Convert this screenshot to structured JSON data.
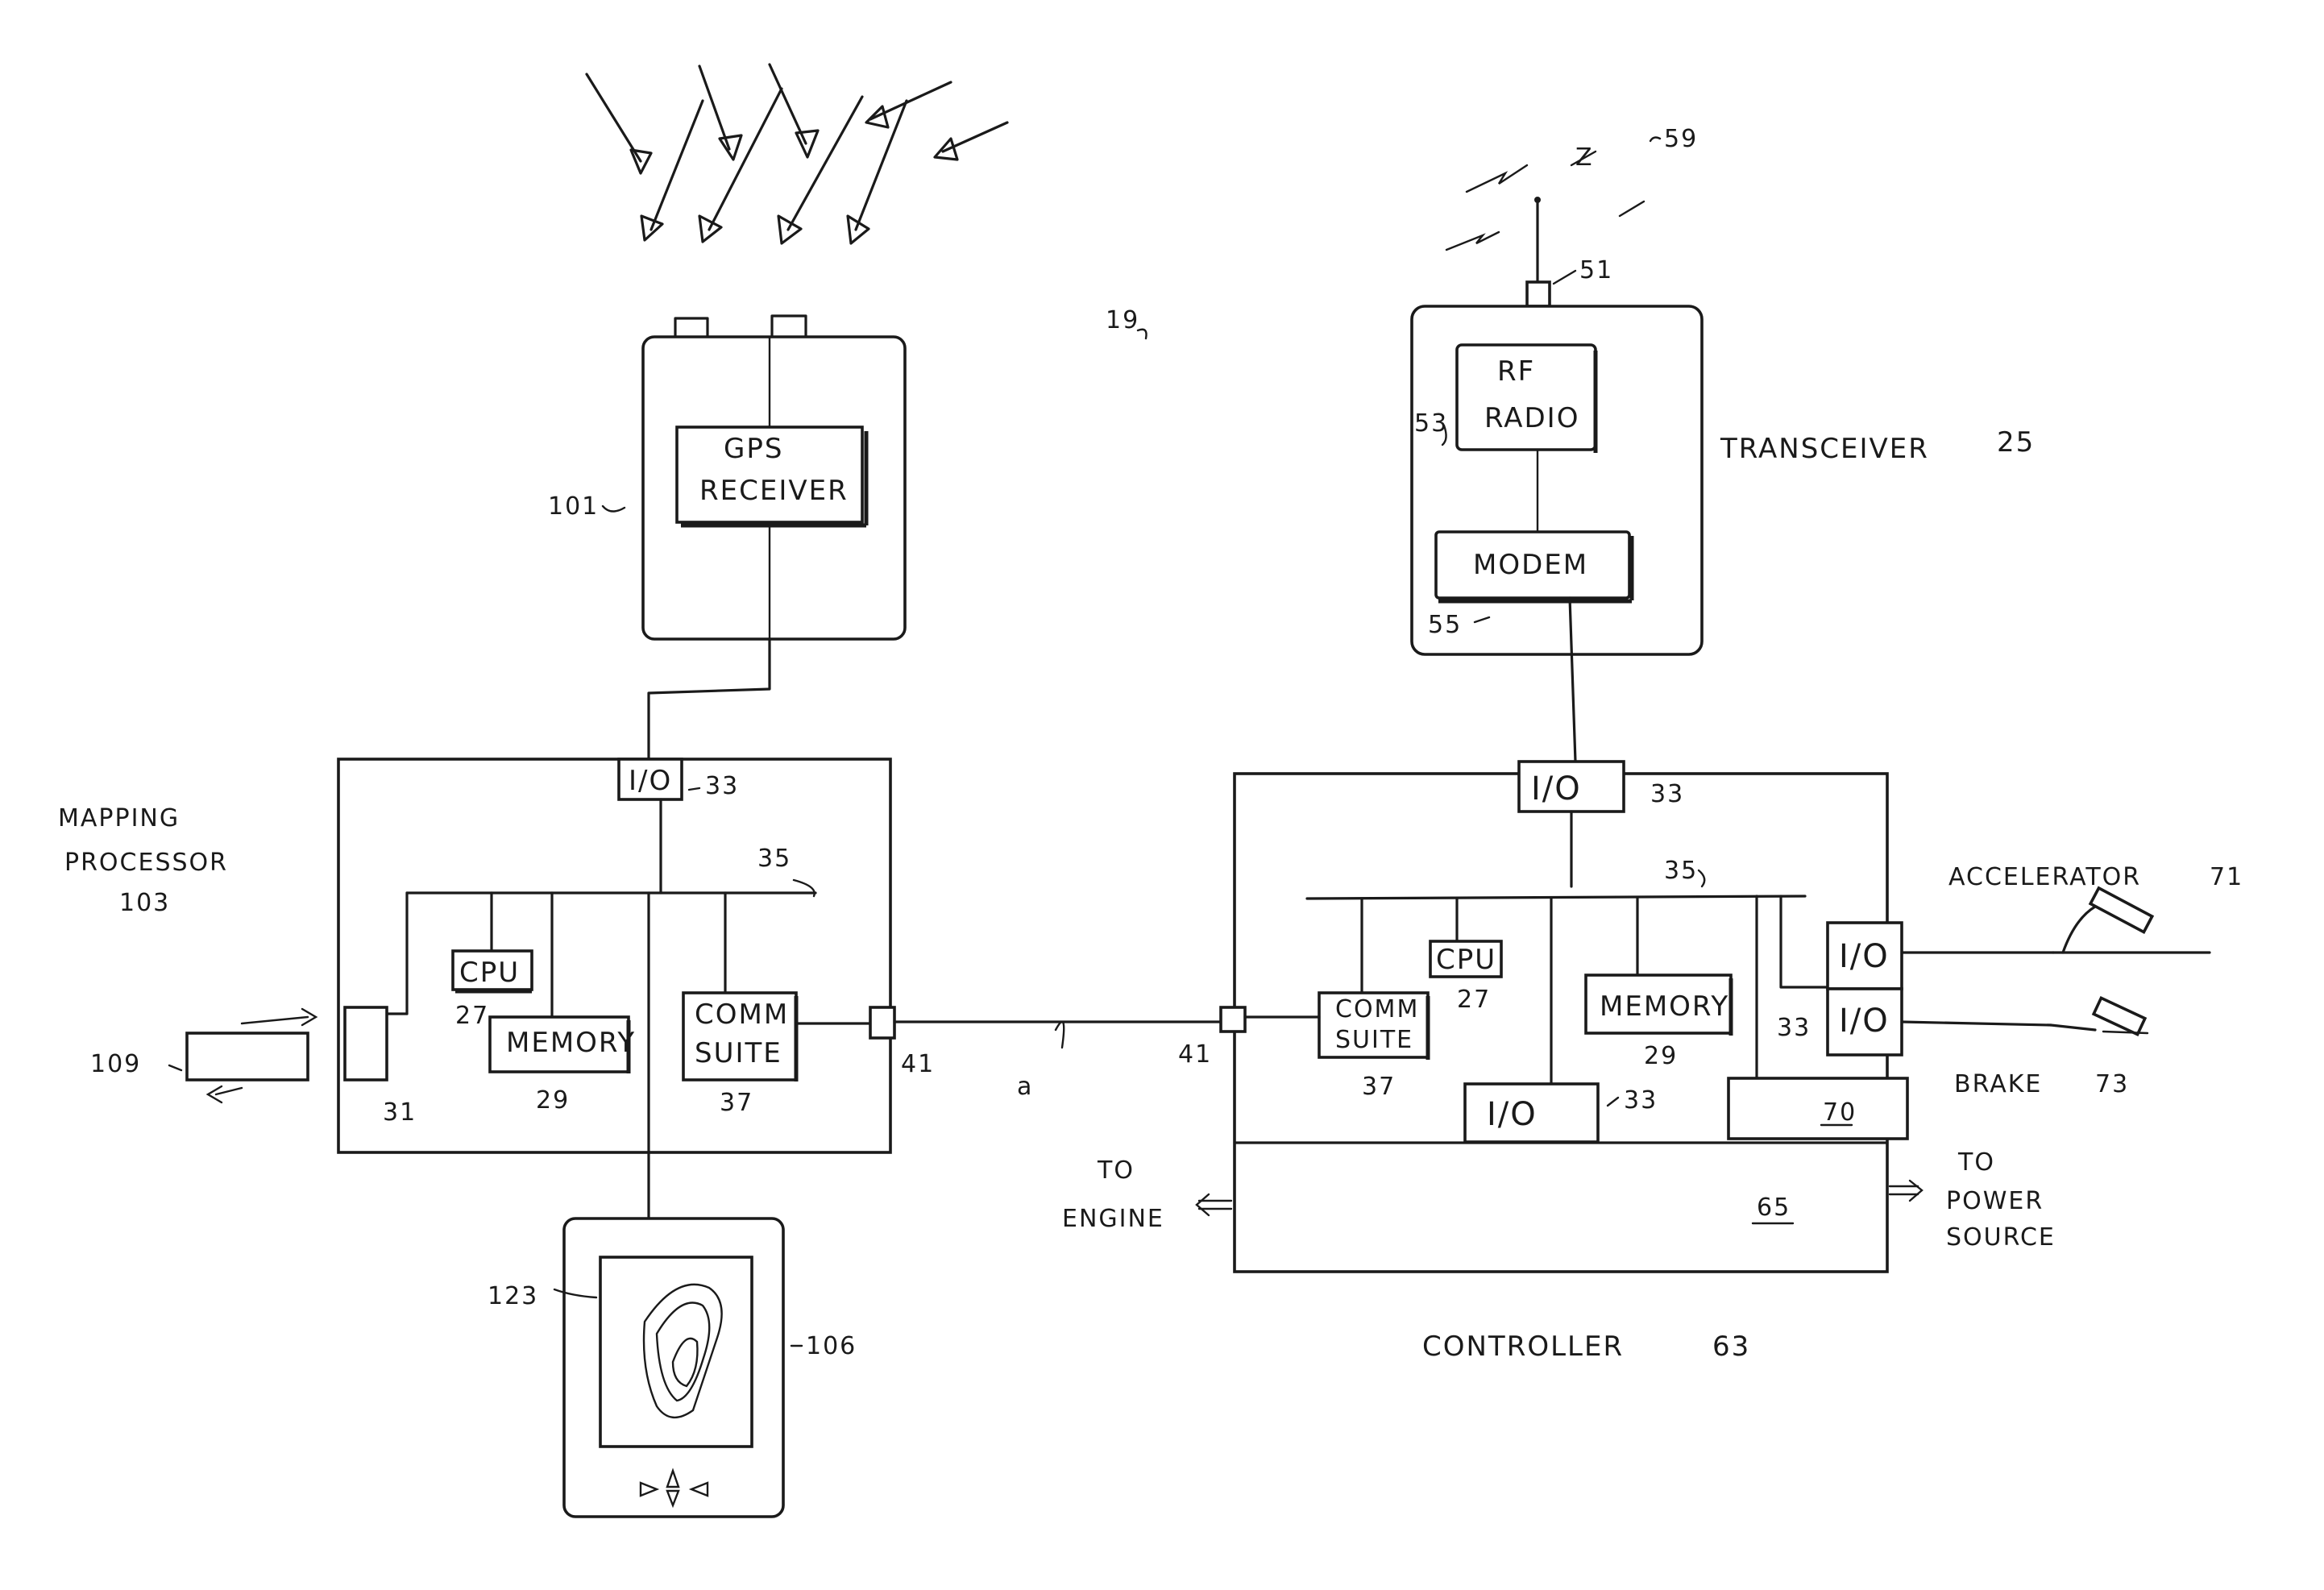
{
  "figure": {
    "colors": {
      "ink": "#1a1a1a",
      "paper": "#ffffff"
    },
    "satellites_ref": "",
    "gps_unit": {
      "box_label_line1": "GPS",
      "box_label_line2": "RECEIVER",
      "ref": "101"
    },
    "top_ref": "19",
    "transceiver": {
      "title": "TRANSCEIVER",
      "title_ref": "25",
      "antenna_ref": "51",
      "signal_ref": "59",
      "rf_line1": "RF",
      "rf_line2": "RADIO",
      "rf_ref": "53",
      "modem_label": "MODEM",
      "modem_ref": "55"
    },
    "mapping_processor": {
      "title_line1": "MAPPING",
      "title_line2": "PROCESSOR",
      "title_ref": "103",
      "io_label": "I/O",
      "io_ref": "33",
      "bus_ref": "35",
      "cpu_label": "CPU",
      "cpu_ref": "27",
      "memory_label": "MEMORY",
      "memory_ref": "29",
      "comm_line1": "COMM",
      "comm_line2": "SUITE",
      "comm_ref": "37",
      "port_left_ref": "31",
      "port_right_ref": "41",
      "external_ref": "109"
    },
    "link_ref": "a",
    "display": {
      "screen_ref": "123",
      "device_ref": "106"
    },
    "controller": {
      "title": "CONTROLLER",
      "title_ref": "63",
      "io_top_label": "I/O",
      "io_top_ref": "33",
      "bus_ref": "35",
      "cpu_label": "CPU",
      "cpu_ref": "27",
      "comm_line1": "COMM",
      "comm_line2": "SUITE",
      "comm_ref": "37",
      "memory_label": "MEMORY",
      "memory_ref": "29",
      "port_ref": "41",
      "io_right1_label": "I/O",
      "io_right2_label": "I/O",
      "io_right_ref": "33",
      "io_bottom_label": "I/O",
      "io_bottom_ref": "33",
      "box70_ref": "70",
      "power_ref": "65",
      "to_engine_line1": "TO",
      "to_engine_line2": "ENGINE",
      "to_power_line1": "TO",
      "to_power_line2": "POWER",
      "to_power_line3": "SOURCE"
    },
    "accelerator": {
      "label": "ACCELERATOR",
      "ref": "71"
    },
    "brake": {
      "label": "BRAKE",
      "ref": "73"
    }
  }
}
